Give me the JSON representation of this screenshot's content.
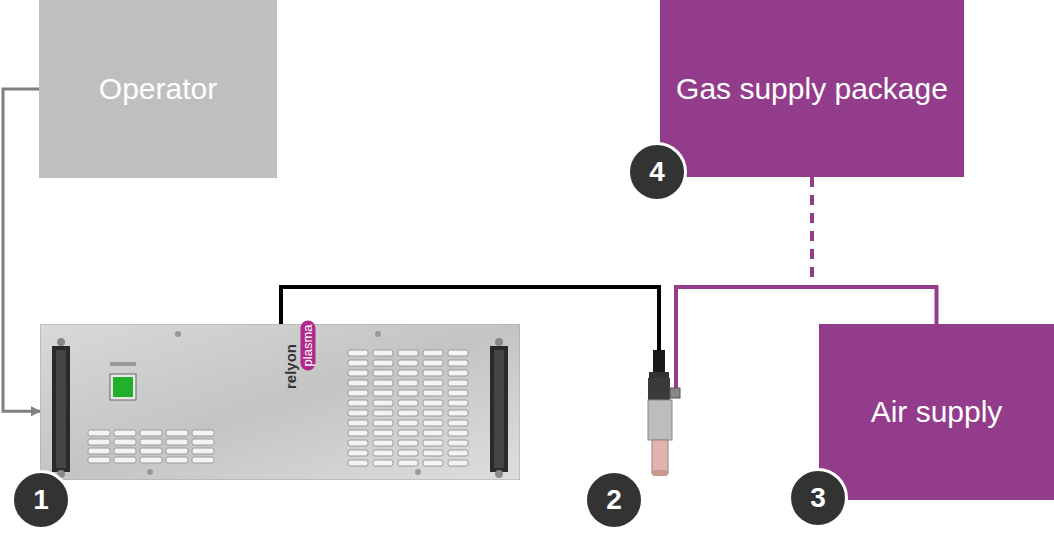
{
  "diagram": {
    "nodes": [
      {
        "text": [
          "Operator"
        ]
      },
      {
        "text": [
          "Gas supply package",
          "4"
        ]
      },
      {
        "text": [
          "1"
        ]
      },
      {
        "text": [
          "2"
        ]
      },
      {
        "text": [
          "Air supply",
          "3"
        ]
      }
    ],
    "edges": [
      {
        "from": 0,
        "to": 2,
        "arrow": "to"
      },
      {
        "from": 2,
        "to": 3,
        "arrow": "none"
      },
      {
        "from": 1,
        "to": 3,
        "arrow": "none"
      },
      {
        "from": 4,
        "to": 3,
        "arrow": "none"
      }
    ],
    "labels": [
      "relyon",
      "plasma"
    ]
  }
}
